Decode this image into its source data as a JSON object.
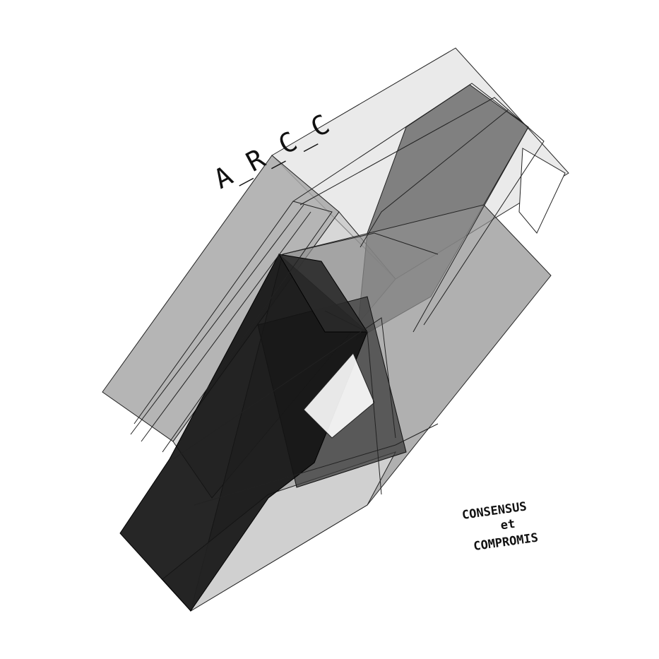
{
  "artwork": {
    "band_name": "A_R_C_C",
    "album_title_lines": [
      "CONSENSUS",
      "et",
      "COMPROMIS"
    ],
    "palette": {
      "background": "#ffffff",
      "light_grey": "#d4d4d4",
      "mid_grey": "#9a9a9a",
      "dark_grey": "#585858",
      "near_black": "#151515",
      "outline": "#222222"
    }
  }
}
